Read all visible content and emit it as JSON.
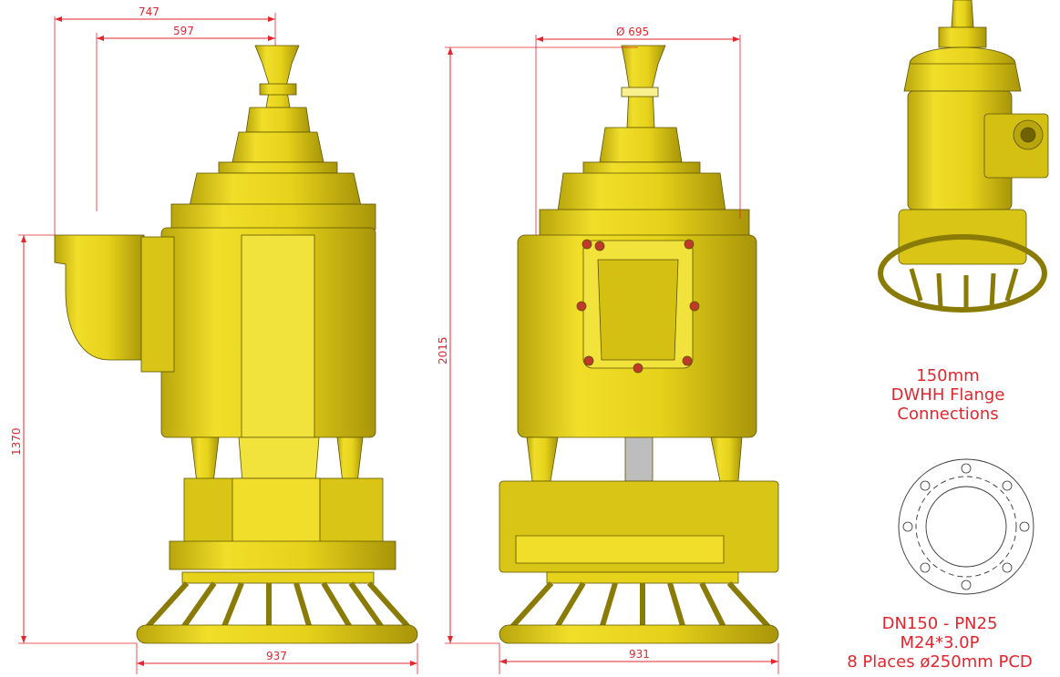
{
  "colors": {
    "body": "#e6d21a",
    "body_shade": "#b9a60c",
    "body_dark": "#8a7b06",
    "dimension": "#e3262e"
  },
  "dimensions": {
    "width_outlet": "747",
    "width_body": "597",
    "diameter": "Ø 695",
    "height_total": "2015",
    "height_outlet": "1370",
    "base_side": "937",
    "base_front": "931"
  },
  "flange_note": {
    "line1": "150mm",
    "line2": "DWHH Flange",
    "line3": "Connections"
  },
  "flange_spec": {
    "line1": "DN150 - PN25",
    "line2": "M24*3.0P",
    "line3": "8 Places ø250mm PCD"
  }
}
